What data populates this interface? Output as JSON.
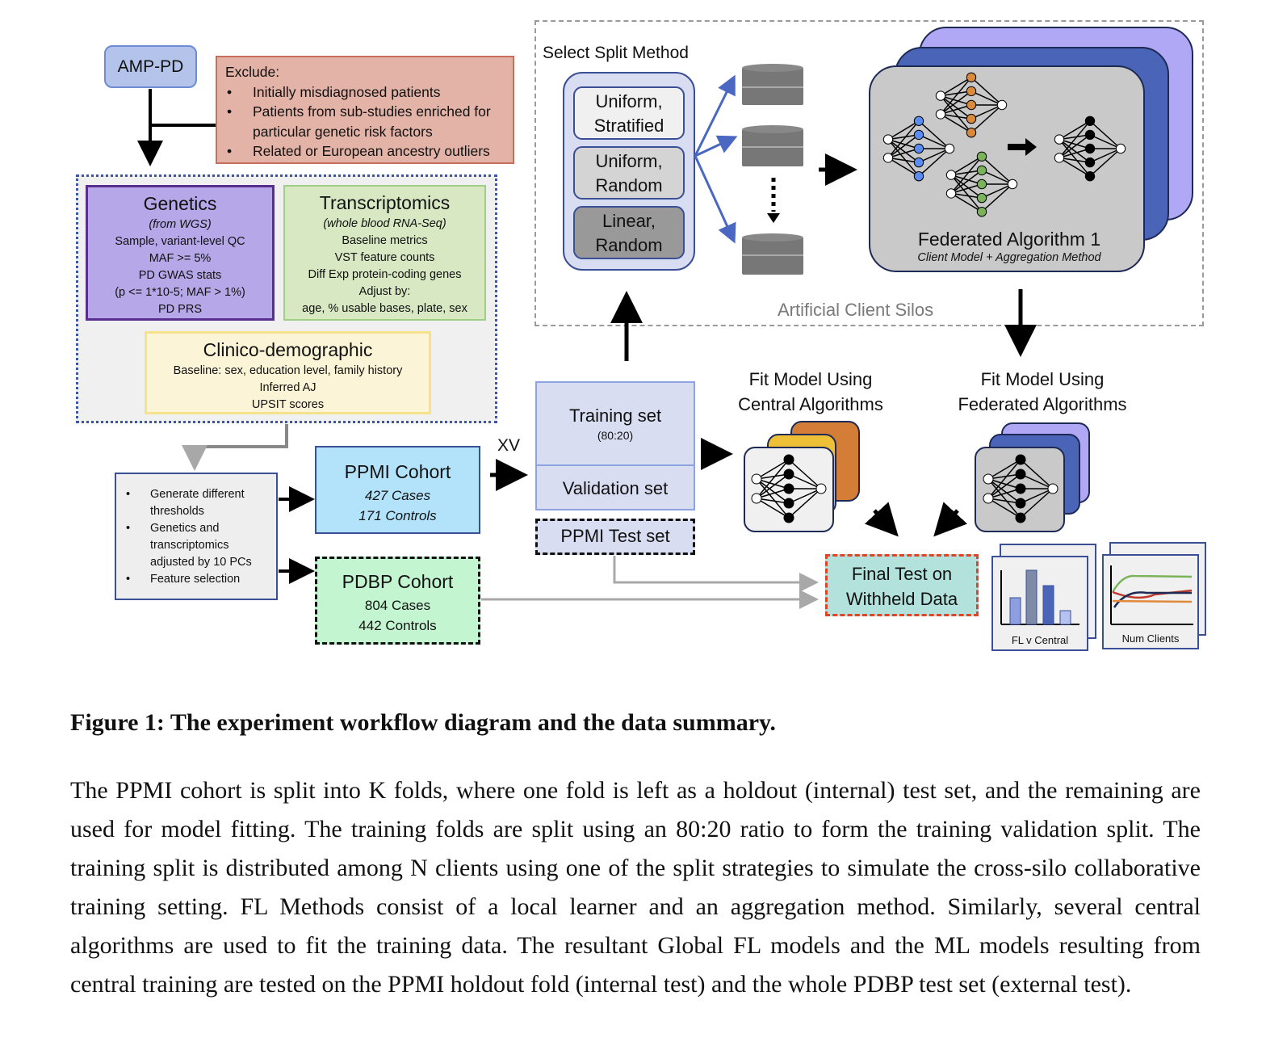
{
  "diagram": {
    "source_node": "AMP-PD",
    "exclude": {
      "title": "Exclude:",
      "items": [
        "Initially misdiagnosed patients",
        "Patients from sub-studies enriched for particular genetic risk factors",
        "Related or European ancestry outliers"
      ]
    },
    "genetics": {
      "title": "Genetics",
      "subtitle": "(from WGS)",
      "lines": [
        "Sample, variant-level QC",
        "MAF >= 5%",
        "PD GWAS stats",
        "(p <= 1*10-5; MAF > 1%)",
        "PD PRS"
      ]
    },
    "transcriptomics": {
      "title": "Transcriptomics",
      "subtitle": "(whole blood RNA-Seq)",
      "lines": [
        "Baseline metrics",
        "VST feature counts",
        "Diff Exp protein-coding genes",
        "Adjust by:",
        "age, % usable bases, plate, sex"
      ]
    },
    "clinico": {
      "title": "Clinico-demographic",
      "lines": [
        "Baseline: sex, education level, family history",
        "Inferred AJ",
        "UPSIT scores"
      ]
    },
    "processing": {
      "items": [
        "Generate different thresholds",
        "Genetics and transcriptomics adjusted by 10 PCs",
        "Feature selection"
      ]
    },
    "ppmi": {
      "title": "PPMI Cohort",
      "cases": "427 Cases",
      "controls": "171 Controls"
    },
    "pdbp": {
      "title": "PDBP Cohort",
      "cases": "804 Cases",
      "controls": "442 Controls"
    },
    "xv_label": "XV",
    "training": {
      "title": "Training set",
      "ratio": "(80:20)"
    },
    "validation": "Validation set",
    "ppmi_test": "PPMI Test set",
    "split": {
      "title": "Select Split Method",
      "options": [
        {
          "label": "Uniform, Stratified",
          "color": "#f0f0f0"
        },
        {
          "label": "Uniform, Random",
          "color": "#d4d4d4"
        },
        {
          "label": "Linear, Random",
          "color": "#999999"
        }
      ]
    },
    "silos_label": "Artificial Client Silos",
    "federated": {
      "title": "Federated Algorithm 1",
      "subtitle": "Client Model + Aggregation Method"
    },
    "fit_central": "Fit Model Using Central Algorithms",
    "fit_federated": "Fit Model Using Federated Algorithms",
    "final_test": "Final Test on Withheld Data",
    "minicharts": [
      {
        "label": "FL v Central",
        "type": "bar"
      },
      {
        "label": "Num Clients",
        "type": "line"
      }
    ],
    "colors": {
      "accent_blue": "#4a67c2",
      "orange": "#d98a3a",
      "green": "#7bb35a",
      "node_blue": "#5b8cf0",
      "lavender": "#b0a8f4",
      "gold": "#eec037",
      "dark_orange": "#d47d36"
    }
  },
  "caption": {
    "title": "Figure 1: The experiment workflow diagram and the data summary.",
    "body": "The PPMI cohort is split into K folds, where one fold is left as a holdout (internal) test set, and the remaining are used for model fitting. The training folds are split using an 80:20 ratio to form the training validation split. The training split is distributed among N clients using one of the split strategies to simulate the cross-silo collaborative training setting. FL Methods consist of a local learner and an aggregation method. Similarly, several central algorithms are used to fit the training data. The resultant Global FL models and the ML models resulting from central training are tested on the PPMI holdout fold (internal test) and the whole PDBP test set (external test)."
  }
}
